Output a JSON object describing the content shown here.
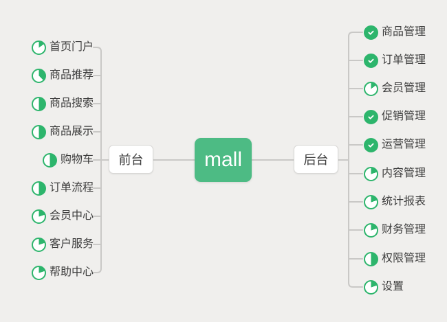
{
  "canvas": {
    "background": "#f0efed"
  },
  "root": {
    "label": "mall"
  },
  "branches": {
    "left": {
      "label": "前台",
      "items": [
        {
          "label": "首页门户",
          "progress": 15
        },
        {
          "label": "商品推荐",
          "progress": 37
        },
        {
          "label": "商品搜索",
          "progress": 50
        },
        {
          "label": "商品展示",
          "progress": 50
        },
        {
          "label": "购物车",
          "progress": 50
        },
        {
          "label": "订单流程",
          "progress": 50
        },
        {
          "label": "会员中心",
          "progress": 20
        },
        {
          "label": "客户服务",
          "progress": 20
        },
        {
          "label": "帮助中心",
          "progress": 20
        }
      ]
    },
    "right": {
      "label": "后台",
      "items": [
        {
          "label": "商品管理",
          "progress": 100
        },
        {
          "label": "订单管理",
          "progress": 100
        },
        {
          "label": "会员管理",
          "progress": 15
        },
        {
          "label": "促销管理",
          "progress": 100
        },
        {
          "label": "运营管理",
          "progress": 100
        },
        {
          "label": "内容管理",
          "progress": 20
        },
        {
          "label": "统计报表",
          "progress": 20
        },
        {
          "label": "财务管理",
          "progress": 20
        },
        {
          "label": "权限管理",
          "progress": 50
        },
        {
          "label": "设置",
          "progress": 20
        }
      ]
    }
  },
  "colors": {
    "accent_green": "#2db56c",
    "root_green": "#4dbb84",
    "line_gray": "#c9c8c6",
    "text_dark": "#3c3c3c"
  }
}
